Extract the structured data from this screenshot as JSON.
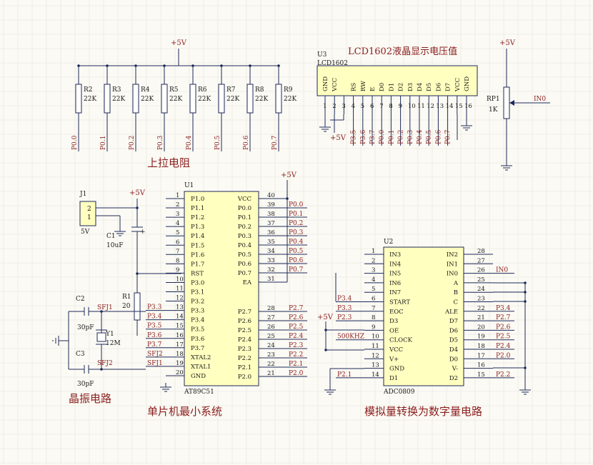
{
  "colors": {
    "background": "#fbfaf4",
    "grid": "#e4e4dc",
    "wire": "#1f2a5a",
    "chip_fill": "#ffffbf",
    "label_red": "#8b1e1e"
  },
  "resistors": {
    "vcc": "+5V",
    "names": [
      "R2",
      "R3",
      "R4",
      "R5",
      "R6",
      "R7",
      "R8",
      "R9"
    ],
    "value": "22K",
    "nets": [
      "P0.0",
      "P0.1",
      "P0.2",
      "P0.3",
      "P0.4",
      "P0.5",
      "P0.6",
      "P0.7"
    ],
    "section_title": "上拉电阻"
  },
  "lcd": {
    "ref": "U3",
    "part": "LCD1602",
    "title": "LCD1602液晶显示电压值",
    "pins": [
      "GND",
      "VCC",
      "",
      "RS",
      "RW",
      "E",
      "D0",
      "D1",
      "D2",
      "D3",
      "D4",
      "D5",
      "D6",
      "D7",
      "VCC",
      "GND"
    ],
    "numbers": [
      "1",
      "2",
      "3",
      "4",
      "5",
      "6",
      "7",
      "8",
      "9",
      "10",
      "11",
      "12",
      "13",
      "14",
      "15",
      "16"
    ],
    "nets": [
      "",
      "",
      "",
      "P3.5",
      "P3.6",
      "P3.7",
      "P0.0",
      "P0.1",
      "P0.2",
      "P0.3",
      "P0.4",
      "P0.5",
      "P0.6",
      "P0.7",
      "",
      ""
    ],
    "vcc": "+5V"
  },
  "pot": {
    "ref": "RP1",
    "value": "1K",
    "vcc": "+5V",
    "net": "IN0"
  },
  "connector": {
    "ref": "J1",
    "pin2": "2",
    "pin1": "1",
    "value": "5V"
  },
  "power_reset": {
    "vcc": "+5V",
    "cap_ref": "C1",
    "cap_value": "10uF",
    "cap_plus": "+",
    "res_ref": "R1",
    "res_value": "20"
  },
  "mcu": {
    "ref": "U1",
    "part": "AT89C51",
    "vcc_label": "+5V",
    "section_title": "单片机最小系统",
    "left_names": [
      "P1.0",
      "P1.1",
      "P1.2",
      "P1.3",
      "P1.4",
      "P1.5",
      "P1.6",
      "P1.7",
      "RST",
      "P3.0",
      "P3.1",
      "P3.2",
      "P3.3",
      "P3.4",
      "P3.5",
      "P3.6",
      "P3.7",
      "XTAL2",
      "XTAL1",
      "GND"
    ],
    "left_nums": [
      "1",
      "2",
      "3",
      "4",
      "5",
      "6",
      "7",
      "8",
      "9",
      "10",
      "11",
      "12",
      "13",
      "14",
      "15",
      "16",
      "17",
      "18",
      "19",
      "20"
    ],
    "left_nets": [
      "",
      "",
      "",
      "",
      "",
      "",
      "",
      "",
      "",
      "",
      "",
      "",
      "P3.3",
      "P3.4",
      "P3.5",
      "P3.6",
      "P3.7",
      "SFJ2",
      "SFJ1",
      ""
    ],
    "right_names": [
      "VCC",
      "P0.0",
      "P0.1",
      "P0.2",
      "P0.3",
      "P0.4",
      "P0.5",
      "P0.6",
      "P0.7",
      "EA",
      "",
      "P2.7",
      "P2.6",
      "P2.5",
      "P2.4",
      "P2.3",
      "P2.2",
      "P2.1",
      "P2.0"
    ],
    "right_nums": [
      "40",
      "39",
      "38",
      "37",
      "36",
      "35",
      "34",
      "33",
      "32",
      "31",
      "",
      "28",
      "27",
      "26",
      "25",
      "24",
      "23",
      "22",
      "21"
    ],
    "right_nets": [
      "",
      "P0.0",
      "P0.1",
      "P0.2",
      "P0.3",
      "P0.4",
      "P0.5",
      "P0.6",
      "P0.7",
      "",
      "",
      "P2.7",
      "P2.6",
      "P2.5",
      "P2.4",
      "P2.3",
      "P2.2",
      "P2.1",
      "P2.0"
    ]
  },
  "crystal": {
    "c2": "C2",
    "c2_value": "30pF",
    "c3": "C3",
    "c3_value": "30pF",
    "y1": "Y1",
    "y1_value": "12M",
    "net1": "SFJ1",
    "net2": "SFJ2",
    "section_title": "晶振电路"
  },
  "adc": {
    "ref": "U2",
    "part": "ADC0809",
    "section_title": "模拟量转换为数字量电路",
    "left_names": [
      "IN3",
      "IN4",
      "IN5",
      "IN6",
      "IN7",
      "START",
      "EOC",
      "D3",
      "OE",
      "CLOCK",
      "VCC",
      "V+",
      "GND",
      "D1"
    ],
    "left_nums": [
      "1",
      "2",
      "3",
      "4",
      "5",
      "6",
      "7",
      "8",
      "9",
      "10",
      "11",
      "12",
      "13",
      "14"
    ],
    "left_nets": [
      "",
      "",
      "",
      "",
      "",
      "P3.4",
      "P3.3",
      "P2.3",
      "",
      "500KHZ",
      "",
      "",
      "",
      "P2.1"
    ],
    "right_names": [
      "IN2",
      "IN1",
      "IN0",
      "A",
      "B",
      "C",
      "ALE",
      "D7",
      "D6",
      "D5",
      "D4",
      "D0",
      "V-",
      "D2"
    ],
    "right_nums": [
      "28",
      "27",
      "26",
      "25",
      "24",
      "23",
      "22",
      "21",
      "20",
      "19",
      "18",
      "17",
      "16",
      "15"
    ],
    "right_nets": [
      "",
      "",
      "IN0",
      "",
      "",
      "",
      "P3.4",
      "P2.7",
      "P2.6",
      "P2.5",
      "P2.4",
      "P2.0",
      "",
      "P2.2"
    ],
    "vcc": "+5V"
  }
}
